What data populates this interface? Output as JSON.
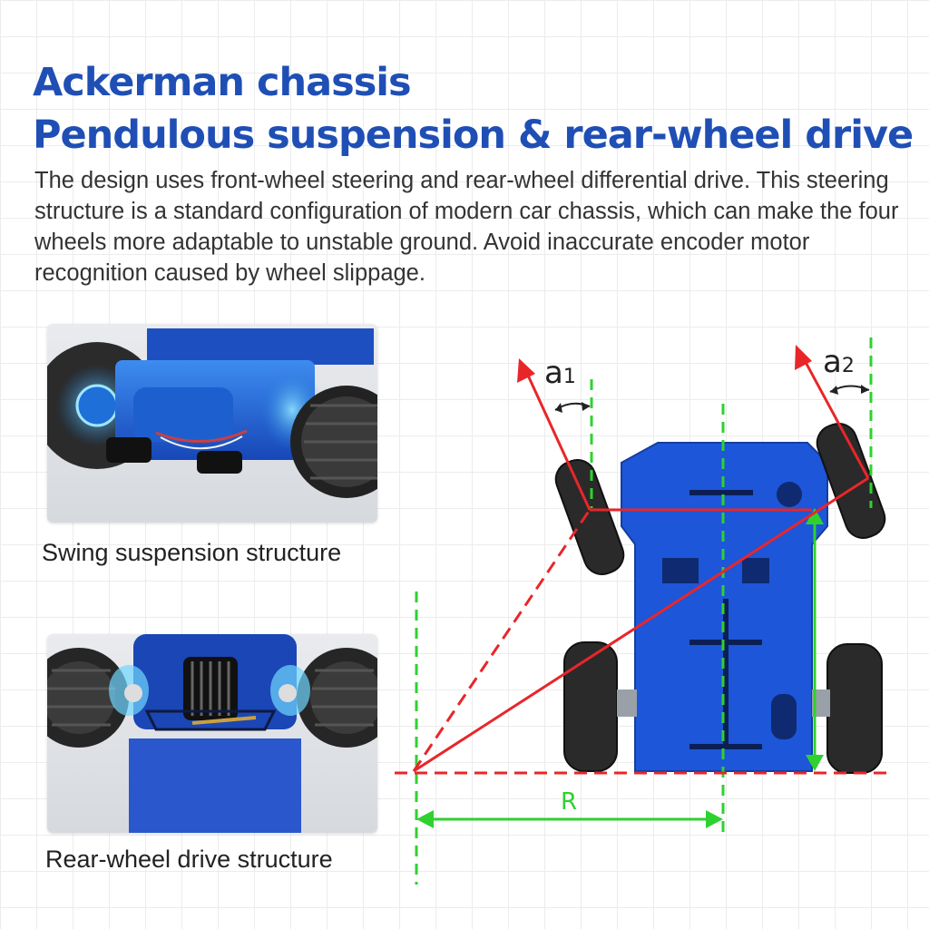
{
  "header": {
    "title_line1": "Ackerman chassis",
    "title_line2": "Pendulous suspension & rear-wheel drive",
    "description": "The design uses front-wheel steering and rear-wheel differential drive. This steering structure is a standard configuration of modern car chassis, which can make the four wheels more adaptable to unstable ground. Avoid inaccurate encoder motor recognition caused by wheel slippage."
  },
  "photos": [
    {
      "caption": "Swing suspension structure"
    },
    {
      "caption": "Rear-wheel drive structure"
    }
  ],
  "diagram": {
    "angle_left": "a",
    "angle_left_sub": "1",
    "angle_right": "a",
    "angle_right_sub": "2",
    "radius_label": "R"
  },
  "colors": {
    "title": "#1f4fb5",
    "chassis_blue": "#1d56d8",
    "guide_red": "#e8262a",
    "guide_green": "#2fd12f"
  }
}
